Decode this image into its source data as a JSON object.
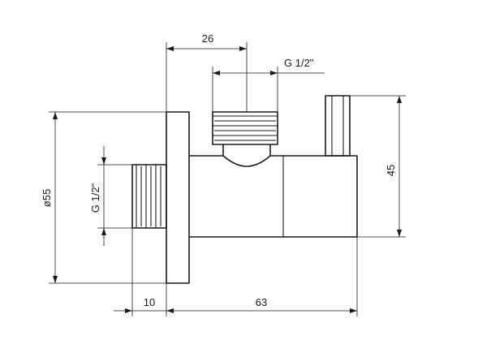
{
  "dimensions": {
    "top_width": "26",
    "top_thread": "G 1/2\"",
    "height_right": "45",
    "diameter_flange": "ø55",
    "side_thread": "G 1/2\"",
    "flange_offset": "10",
    "body_length": "63"
  }
}
